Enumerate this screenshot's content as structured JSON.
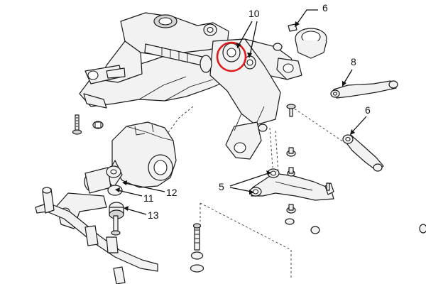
{
  "callouts": [
    {
      "id": "5",
      "text": "5"
    },
    {
      "id": "6a",
      "text": "6"
    },
    {
      "id": "6b",
      "text": "6"
    },
    {
      "id": "8",
      "text": "8"
    },
    {
      "id": "10",
      "text": "10"
    },
    {
      "id": "11",
      "text": "11"
    },
    {
      "id": "12",
      "text": "12"
    },
    {
      "id": "13",
      "text": "13"
    }
  ],
  "colors": {
    "line": "#1a1a1a",
    "highlight": "#e01a1a",
    "background": "#ffffff"
  }
}
